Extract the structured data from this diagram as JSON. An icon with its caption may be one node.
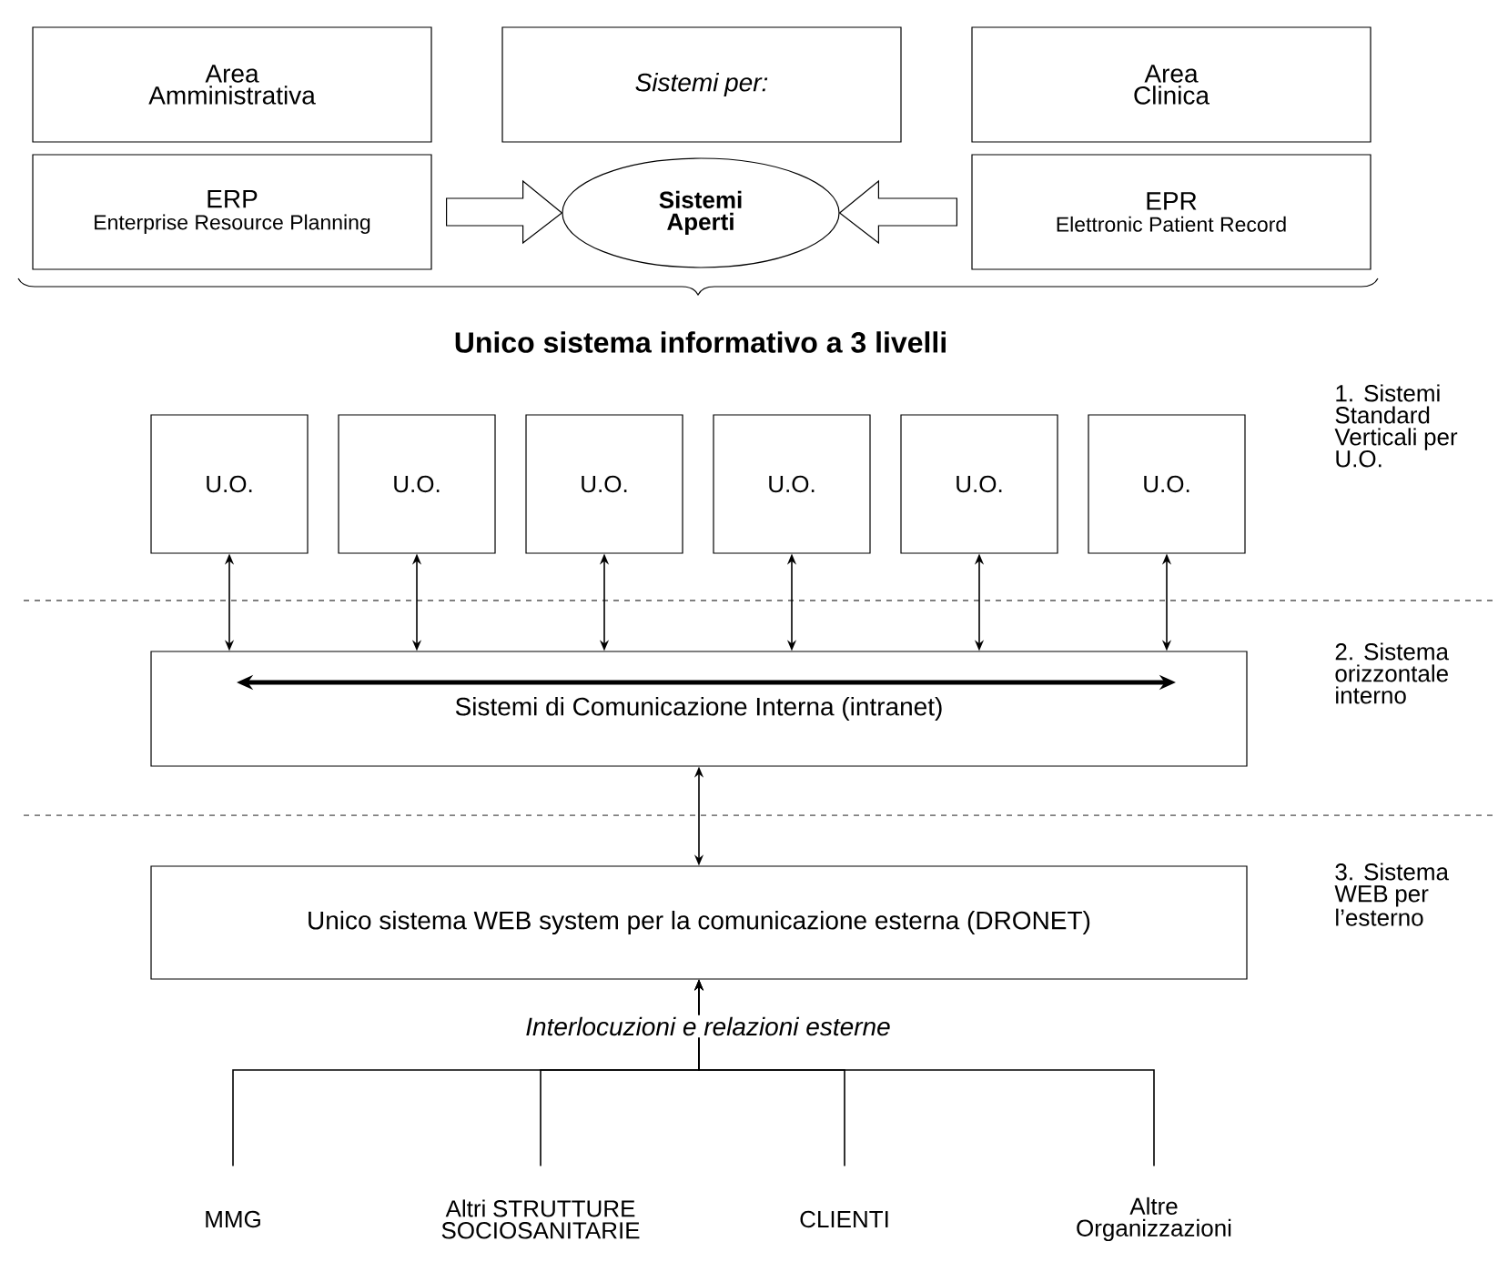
{
  "diagram": {
    "nodes": [
      {
        "text": [
          "Area Amministrativa"
        ]
      },
      {
        "text": [
          "Sistemi per:"
        ]
      },
      {
        "text": [
          "Area Clinica"
        ]
      },
      {
        "text": [
          "ERP",
          "Enterprise Resource Planning"
        ]
      },
      {
        "text": [
          "Sistemi Aperti"
        ]
      },
      {
        "text": [
          "EPR",
          "Elettronic Patient Record"
        ]
      },
      {
        "text": [
          "U.O."
        ]
      },
      {
        "text": [
          "U.O."
        ]
      },
      {
        "text": [
          "U.O."
        ]
      },
      {
        "text": [
          "U.O."
        ]
      },
      {
        "text": [
          "U.O."
        ]
      },
      {
        "text": [
          "U.O."
        ]
      },
      {
        "text": [
          "Sistemi di Comunicazione Interna (intranet)"
        ]
      },
      {
        "text": [
          "Unico sistema WEB system per la comunicazione esterna (DRONET)"
        ]
      },
      {
        "text": [
          "MMG"
        ]
      },
      {
        "text": [
          "Altri STRUTTURE SOCIOSANITARIE"
        ]
      },
      {
        "text": [
          "CLIENTI"
        ]
      },
      {
        "text": [
          "Altre Organizzazioni"
        ]
      }
    ],
    "edges": [
      {
        "from": 3,
        "to": 4,
        "arrow": "to"
      },
      {
        "from": 5,
        "to": 4,
        "arrow": "to"
      },
      {
        "from": 6,
        "to": 12,
        "arrow": "both"
      },
      {
        "from": 7,
        "to": 12,
        "arrow": "both"
      },
      {
        "from": 8,
        "to": 12,
        "arrow": "both"
      },
      {
        "from": 9,
        "to": 12,
        "arrow": "both"
      },
      {
        "from": 10,
        "to": 12,
        "arrow": "both"
      },
      {
        "from": 11,
        "to": 12,
        "arrow": "both"
      },
      {
        "from": 12,
        "to": 13,
        "arrow": "both"
      },
      {
        "from": 14,
        "to": 13,
        "arrow": "to"
      },
      {
        "from": 15,
        "to": 13,
        "arrow": "to"
      },
      {
        "from": 16,
        "to": 13,
        "arrow": "to"
      },
      {
        "from": 17,
        "to": 13,
        "arrow": "to"
      }
    ],
    "labels": [
      "Unico sistema informativo a 3 livelli",
      "1. Sistemi Standard Verticali per U.O.",
      "2. Sistema orizzontale interno",
      "3. Sistema WEB per l’esterno",
      "Interlocuzioni e relazioni esterne"
    ]
  }
}
